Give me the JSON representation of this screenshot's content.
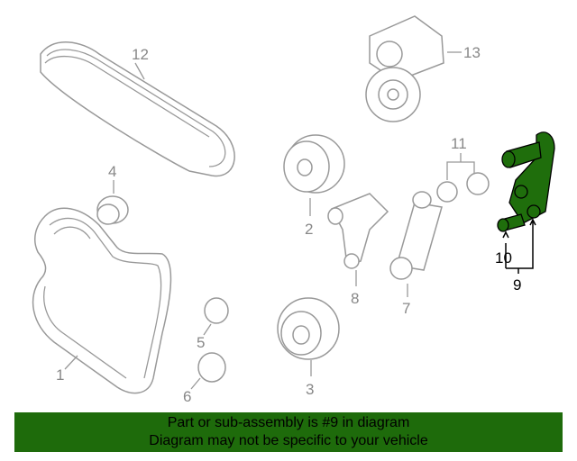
{
  "callouts": {
    "c1": "1",
    "c2": "2",
    "c3": "3",
    "c4": "4",
    "c5": "5",
    "c6": "6",
    "c7": "7",
    "c8": "8",
    "c9": "9",
    "c10": "10",
    "c11": "11",
    "c12": "12",
    "c13": "13"
  },
  "banner": {
    "line1": "Part or sub-assembly is #9 in diagram",
    "line2": "Diagram may not be specific to your vehicle"
  },
  "colors": {
    "highlight": "#1f6e0c",
    "banner": "#1e6b0b",
    "outline": "#999999"
  }
}
